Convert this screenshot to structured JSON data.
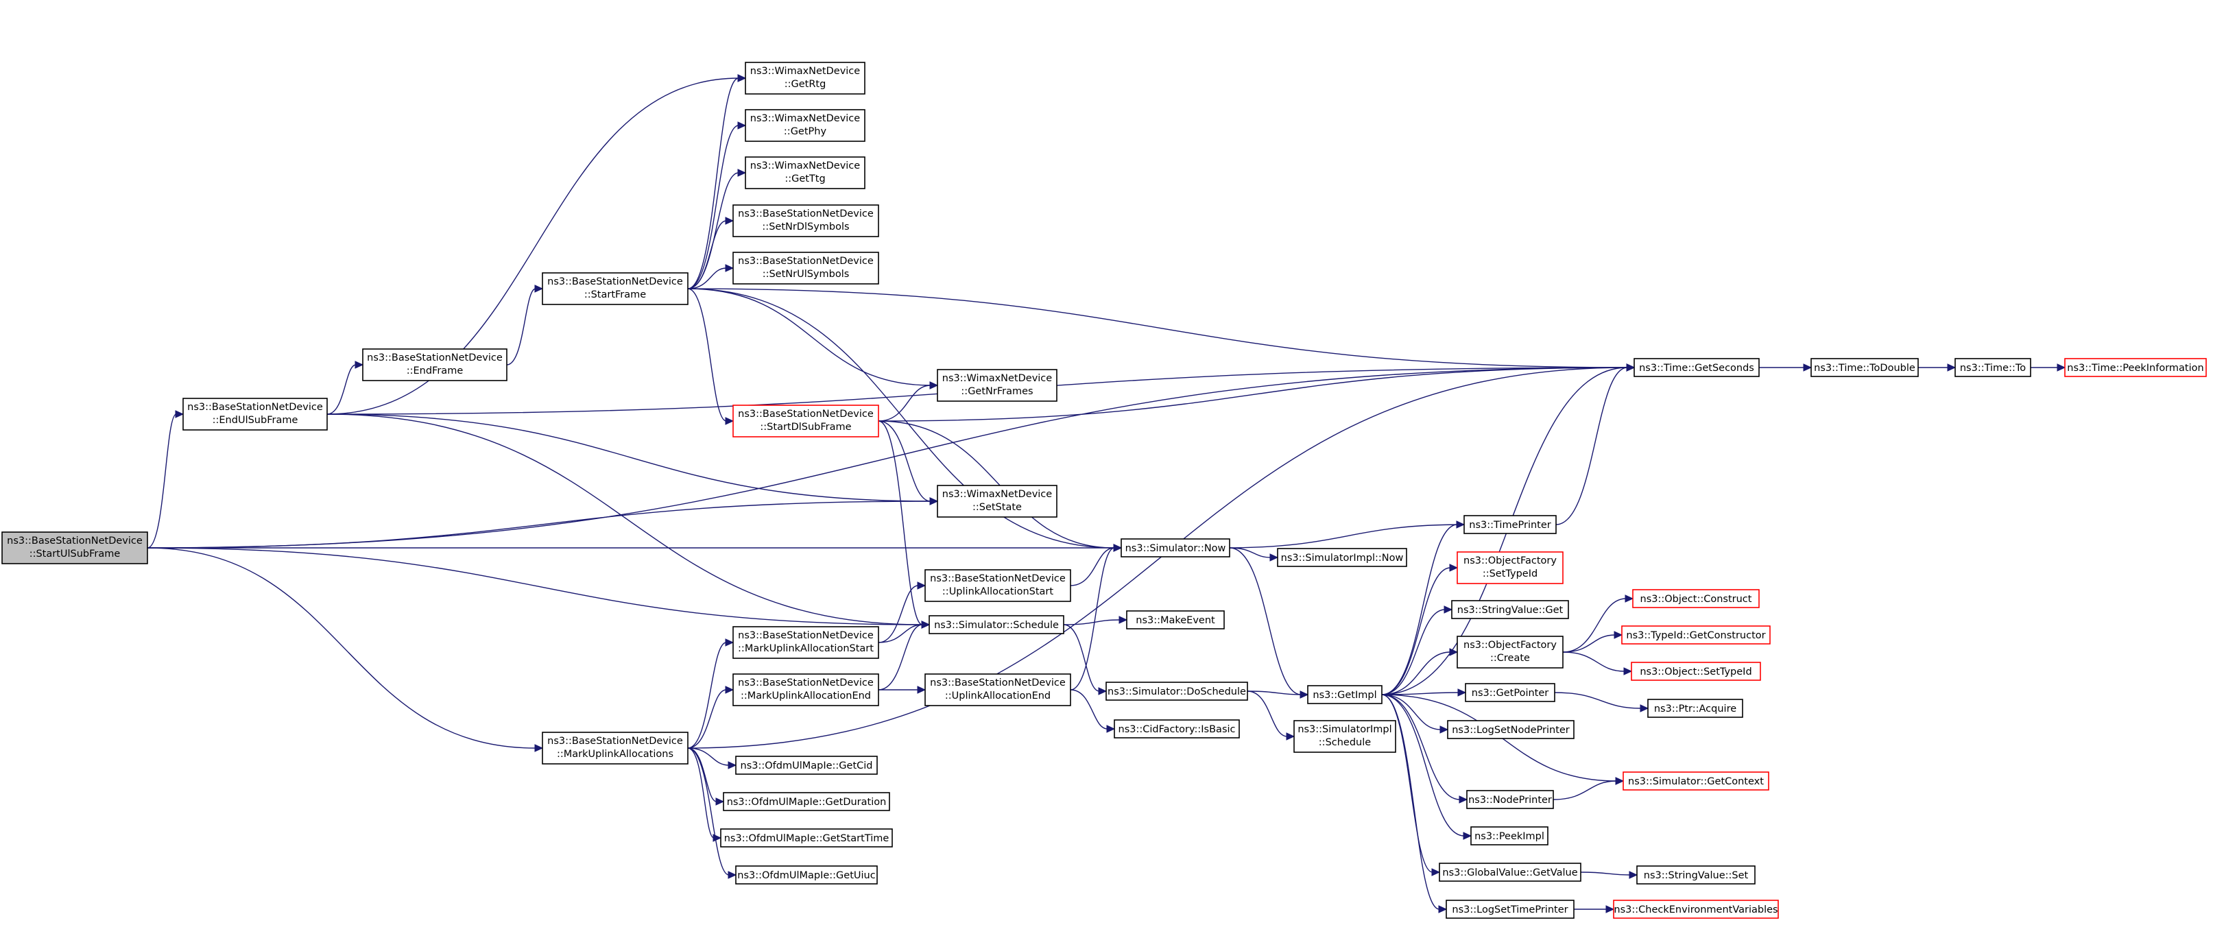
{
  "colors": {
    "edge": "#191970",
    "node_border": "#000000",
    "node_border_partial": "#ff0000",
    "root_fill": "#bfbfbf",
    "node_fill": "#ffffff"
  },
  "nodes": {
    "root": {
      "lines": [
        "ns3::BaseStationNetDevice",
        "::StartUlSubFrame"
      ],
      "style": "root"
    },
    "endul": {
      "lines": [
        "ns3::BaseStationNetDevice",
        "::EndUlSubFrame"
      ],
      "style": "normal"
    },
    "endframe": {
      "lines": [
        "ns3::BaseStationNetDevice",
        "::EndFrame"
      ],
      "style": "normal"
    },
    "startframe": {
      "lines": [
        "ns3::BaseStationNetDevice",
        "::StartFrame"
      ],
      "style": "normal"
    },
    "getrtg": {
      "lines": [
        "ns3::WimaxNetDevice",
        "::GetRtg"
      ],
      "style": "normal"
    },
    "getphy": {
      "lines": [
        "ns3::WimaxNetDevice",
        "::GetPhy"
      ],
      "style": "normal"
    },
    "getttg": {
      "lines": [
        "ns3::WimaxNetDevice",
        "::GetTtg"
      ],
      "style": "normal"
    },
    "setnrdl": {
      "lines": [
        "ns3::BaseStationNetDevice",
        "::SetNrDlSymbols"
      ],
      "style": "normal"
    },
    "setnrul": {
      "lines": [
        "ns3::BaseStationNetDevice",
        "::SetNrUlSymbols"
      ],
      "style": "normal"
    },
    "startdl": {
      "lines": [
        "ns3::BaseStationNetDevice",
        "::StartDlSubFrame"
      ],
      "style": "partial"
    },
    "getnrframes": {
      "lines": [
        "ns3::WimaxNetDevice",
        "::GetNrFrames"
      ],
      "style": "normal"
    },
    "setstate": {
      "lines": [
        "ns3::WimaxNetDevice",
        "::SetState"
      ],
      "style": "normal"
    },
    "simnow": {
      "lines": [
        "ns3::Simulator::Now"
      ],
      "style": "normal"
    },
    "simimplnow": {
      "lines": [
        "ns3::SimulatorImpl::Now"
      ],
      "style": "normal"
    },
    "uplinkstart": {
      "lines": [
        "ns3::BaseStationNetDevice",
        "::UplinkAllocationStart"
      ],
      "style": "normal"
    },
    "simschedule": {
      "lines": [
        "ns3::Simulator::Schedule"
      ],
      "style": "normal"
    },
    "makeevent": {
      "lines": [
        "ns3::MakeEvent"
      ],
      "style": "normal"
    },
    "markstart": {
      "lines": [
        "ns3::BaseStationNetDevice",
        "::MarkUplinkAllocationStart"
      ],
      "style": "normal"
    },
    "markend": {
      "lines": [
        "ns3::BaseStationNetDevice",
        "::MarkUplinkAllocationEnd"
      ],
      "style": "normal"
    },
    "uplinkend": {
      "lines": [
        "ns3::BaseStationNetDevice",
        "::UplinkAllocationEnd"
      ],
      "style": "normal"
    },
    "doschedule": {
      "lines": [
        "ns3::Simulator::DoSchedule"
      ],
      "style": "normal"
    },
    "cidfactory": {
      "lines": [
        "ns3::CidFactory::IsBasic"
      ],
      "style": "normal"
    },
    "markalloc": {
      "lines": [
        "ns3::BaseStationNetDevice",
        "::MarkUplinkAllocations"
      ],
      "style": "normal"
    },
    "getcid": {
      "lines": [
        "ns3::OfdmUlMapIe::GetCid"
      ],
      "style": "normal"
    },
    "getduration": {
      "lines": [
        "ns3::OfdmUlMapIe::GetDuration"
      ],
      "style": "normal"
    },
    "getstarttime": {
      "lines": [
        "ns3::OfdmUlMapIe::GetStartTime"
      ],
      "style": "normal"
    },
    "getuiuc": {
      "lines": [
        "ns3::OfdmUlMapIe::GetUiuc"
      ],
      "style": "normal"
    },
    "getimpl": {
      "lines": [
        "ns3::GetImpl"
      ],
      "style": "normal"
    },
    "simimplschedule": {
      "lines": [
        "ns3::SimulatorImpl",
        "::Schedule"
      ],
      "style": "normal"
    },
    "timeprinter": {
      "lines": [
        "ns3::TimePrinter"
      ],
      "style": "normal"
    },
    "objfactsettypeid": {
      "lines": [
        "ns3::ObjectFactory",
        "::SetTypeId"
      ],
      "style": "partial"
    },
    "stringvalueget": {
      "lines": [
        "ns3::StringValue::Get"
      ],
      "style": "normal"
    },
    "objfactcreate": {
      "lines": [
        "ns3::ObjectFactory",
        "::Create"
      ],
      "style": "normal"
    },
    "getpointer": {
      "lines": [
        "ns3::GetPointer"
      ],
      "style": "normal"
    },
    "logsetnodeprinter": {
      "lines": [
        "ns3::LogSetNodePrinter"
      ],
      "style": "normal"
    },
    "nodeprinter": {
      "lines": [
        "ns3::NodePrinter"
      ],
      "style": "normal"
    },
    "peekimpl": {
      "lines": [
        "ns3::PeekImpl"
      ],
      "style": "normal"
    },
    "globalvalueget": {
      "lines": [
        "ns3::GlobalValue::GetValue"
      ],
      "style": "normal"
    },
    "logsettimeprinter": {
      "lines": [
        "ns3::LogSetTimePrinter"
      ],
      "style": "normal"
    },
    "timegetseconds": {
      "lines": [
        "ns3::Time::GetSeconds"
      ],
      "style": "normal"
    },
    "timetodouble": {
      "lines": [
        "ns3::Time::ToDouble"
      ],
      "style": "normal"
    },
    "timeto": {
      "lines": [
        "ns3::Time::To"
      ],
      "style": "normal"
    },
    "timepeek": {
      "lines": [
        "ns3::Time::PeekInformation"
      ],
      "style": "partial"
    },
    "objconstruct": {
      "lines": [
        "ns3::Object::Construct"
      ],
      "style": "partial"
    },
    "typeidgetctor": {
      "lines": [
        "ns3::TypeId::GetConstructor"
      ],
      "style": "partial"
    },
    "objsettypeid": {
      "lines": [
        "ns3::Object::SetTypeId"
      ],
      "style": "partial"
    },
    "ptracquire": {
      "lines": [
        "ns3::Ptr::Acquire"
      ],
      "style": "normal"
    },
    "simgetcontext": {
      "lines": [
        "ns3::Simulator::GetContext"
      ],
      "style": "partial"
    },
    "stringvalueset": {
      "lines": [
        "ns3::StringValue::Set"
      ],
      "style": "normal"
    },
    "checkenv": {
      "lines": [
        "ns3::CheckEnvironmentVariables"
      ],
      "style": "partial"
    }
  },
  "edges": [
    [
      "root",
      "endul"
    ],
    [
      "root",
      "markalloc"
    ],
    [
      "root",
      "setstate"
    ],
    [
      "root",
      "simnow"
    ],
    [
      "root",
      "simschedule"
    ],
    [
      "root",
      "timegetseconds"
    ],
    [
      "endul",
      "endframe"
    ],
    [
      "endul",
      "getrtg"
    ],
    [
      "endul",
      "setstate"
    ],
    [
      "endul",
      "simschedule"
    ],
    [
      "endul",
      "timegetseconds"
    ],
    [
      "endframe",
      "startframe"
    ],
    [
      "startframe",
      "getrtg"
    ],
    [
      "startframe",
      "getphy"
    ],
    [
      "startframe",
      "getttg"
    ],
    [
      "startframe",
      "setnrdl"
    ],
    [
      "startframe",
      "setnrul"
    ],
    [
      "startframe",
      "startdl"
    ],
    [
      "startframe",
      "getnrframes"
    ],
    [
      "startframe",
      "simnow"
    ],
    [
      "startframe",
      "timegetseconds"
    ],
    [
      "startframe",
      "getrtg2"
    ],
    [
      "startdl",
      "getnrframes"
    ],
    [
      "startdl",
      "setstate"
    ],
    [
      "startdl",
      "simnow"
    ],
    [
      "startdl",
      "simschedule"
    ],
    [
      "startdl",
      "timegetseconds"
    ],
    [
      "markalloc",
      "markstart"
    ],
    [
      "markalloc",
      "markend"
    ],
    [
      "markalloc",
      "getcid"
    ],
    [
      "markalloc",
      "getduration"
    ],
    [
      "markalloc",
      "getstarttime"
    ],
    [
      "markalloc",
      "getuiuc"
    ],
    [
      "markalloc",
      "timegetseconds"
    ],
    [
      "markstart",
      "uplinkstart"
    ],
    [
      "markstart",
      "simschedule"
    ],
    [
      "markend",
      "uplinkend"
    ],
    [
      "markend",
      "simschedule"
    ],
    [
      "uplinkstart",
      "simnow"
    ],
    [
      "uplinkend",
      "simnow"
    ],
    [
      "uplinkend",
      "cidfactory"
    ],
    [
      "simschedule",
      "makeevent"
    ],
    [
      "simschedule",
      "doschedule"
    ],
    [
      "simnow",
      "simimplnow"
    ],
    [
      "simnow",
      "getimpl"
    ],
    [
      "doschedule",
      "getimpl"
    ],
    [
      "doschedule",
      "simimplschedule"
    ],
    [
      "getimpl",
      "timeprinter"
    ],
    [
      "getimpl",
      "objfactsettypeid"
    ],
    [
      "getimpl",
      "stringvalueget"
    ],
    [
      "getimpl",
      "objfactcreate"
    ],
    [
      "getimpl",
      "getpointer"
    ],
    [
      "getimpl",
      "logsetnodeprinter"
    ],
    [
      "getimpl",
      "nodeprinter"
    ],
    [
      "getimpl",
      "peekimpl"
    ],
    [
      "getimpl",
      "globalvalueget"
    ],
    [
      "getimpl",
      "logsettimeprinter"
    ],
    [
      "getimpl",
      "simgetcontext"
    ],
    [
      "getimpl",
      "timegetseconds"
    ],
    [
      "timeprinter",
      "simnow"
    ],
    [
      "timeprinter",
      "timegetseconds"
    ],
    [
      "objfactcreate",
      "objconstruct"
    ],
    [
      "objfactcreate",
      "typeidgetctor"
    ],
    [
      "objfactcreate",
      "objsettypeid"
    ],
    [
      "getpointer",
      "ptracquire"
    ],
    [
      "nodeprinter",
      "simgetcontext"
    ],
    [
      "globalvalueget",
      "stringvalueset"
    ],
    [
      "logsettimeprinter",
      "checkenv"
    ],
    [
      "timegetseconds",
      "timetodouble"
    ],
    [
      "timetodouble",
      "timeto"
    ],
    [
      "timeto",
      "timepeek"
    ]
  ]
}
